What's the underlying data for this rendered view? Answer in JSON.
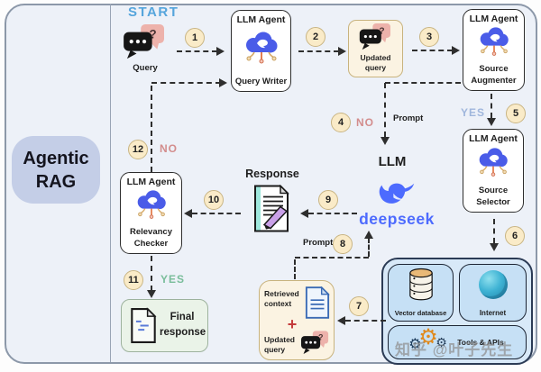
{
  "panel": {
    "title": "Agentic RAG"
  },
  "flow": {
    "start_label": "START",
    "query": {
      "label": "Query"
    },
    "query_writer": {
      "title": "LLM Agent",
      "label": "Query Writer"
    },
    "updated_query": {
      "label": "Updated query"
    },
    "source_augmenter": {
      "title": "LLM Agent",
      "label": "Source Augmenter"
    },
    "source_selector": {
      "title": "LLM Agent",
      "label": "Source Selector"
    },
    "relevancy_checker": {
      "title": "LLM Agent",
      "label": "Relevancy Checker"
    },
    "llm": {
      "label": "LLM",
      "brand": "deepseek"
    },
    "response": {
      "label": "Response"
    },
    "final_response": {
      "label": "Final response"
    },
    "retrieved_context": {
      "top": "Retrieved context",
      "plus": "+",
      "bottom": "Updated query"
    },
    "sources": {
      "vector_db": "Vector database",
      "internet": "Internet",
      "tools": "Tools & APIs"
    }
  },
  "steps": {
    "s1": "1",
    "s2": "2",
    "s3": "3",
    "s4": "4",
    "s5": "5",
    "s6": "6",
    "s7": "7",
    "s8": "8",
    "s9": "9",
    "s10": "10",
    "s11": "11",
    "s12": "12"
  },
  "labels": {
    "no_augment": "NO",
    "yes_augment": "YES",
    "yes_relevant": "YES",
    "no_relevant": "NO",
    "prompt_direct": "Prompt",
    "prompt_rag": "Prompt"
  },
  "icons": {
    "question_mark": "?",
    "gear": "⚙"
  },
  "watermark": "知乎 @叶子先生",
  "colors": {
    "canvas_bg": "#EDF1F8",
    "panel_badge": "#C4CEE7",
    "agent_cloud_blue": "#4A5CE8",
    "deepseek_blue": "#4D6BFE",
    "badge_fill": "#FAEBC8",
    "badge_border": "#C9B584",
    "start_blue": "#55A5DC",
    "yes_green": "#79BD9A",
    "yes_blue": "#9FB6DC",
    "no_red": "#D38D8D",
    "cream_box": "#FBF3E2",
    "cream_border": "#C8B37E",
    "green_box": "#EAF3E8",
    "sources_bg": "#D8E9F8",
    "sources_inner": "#C6E0F5"
  }
}
